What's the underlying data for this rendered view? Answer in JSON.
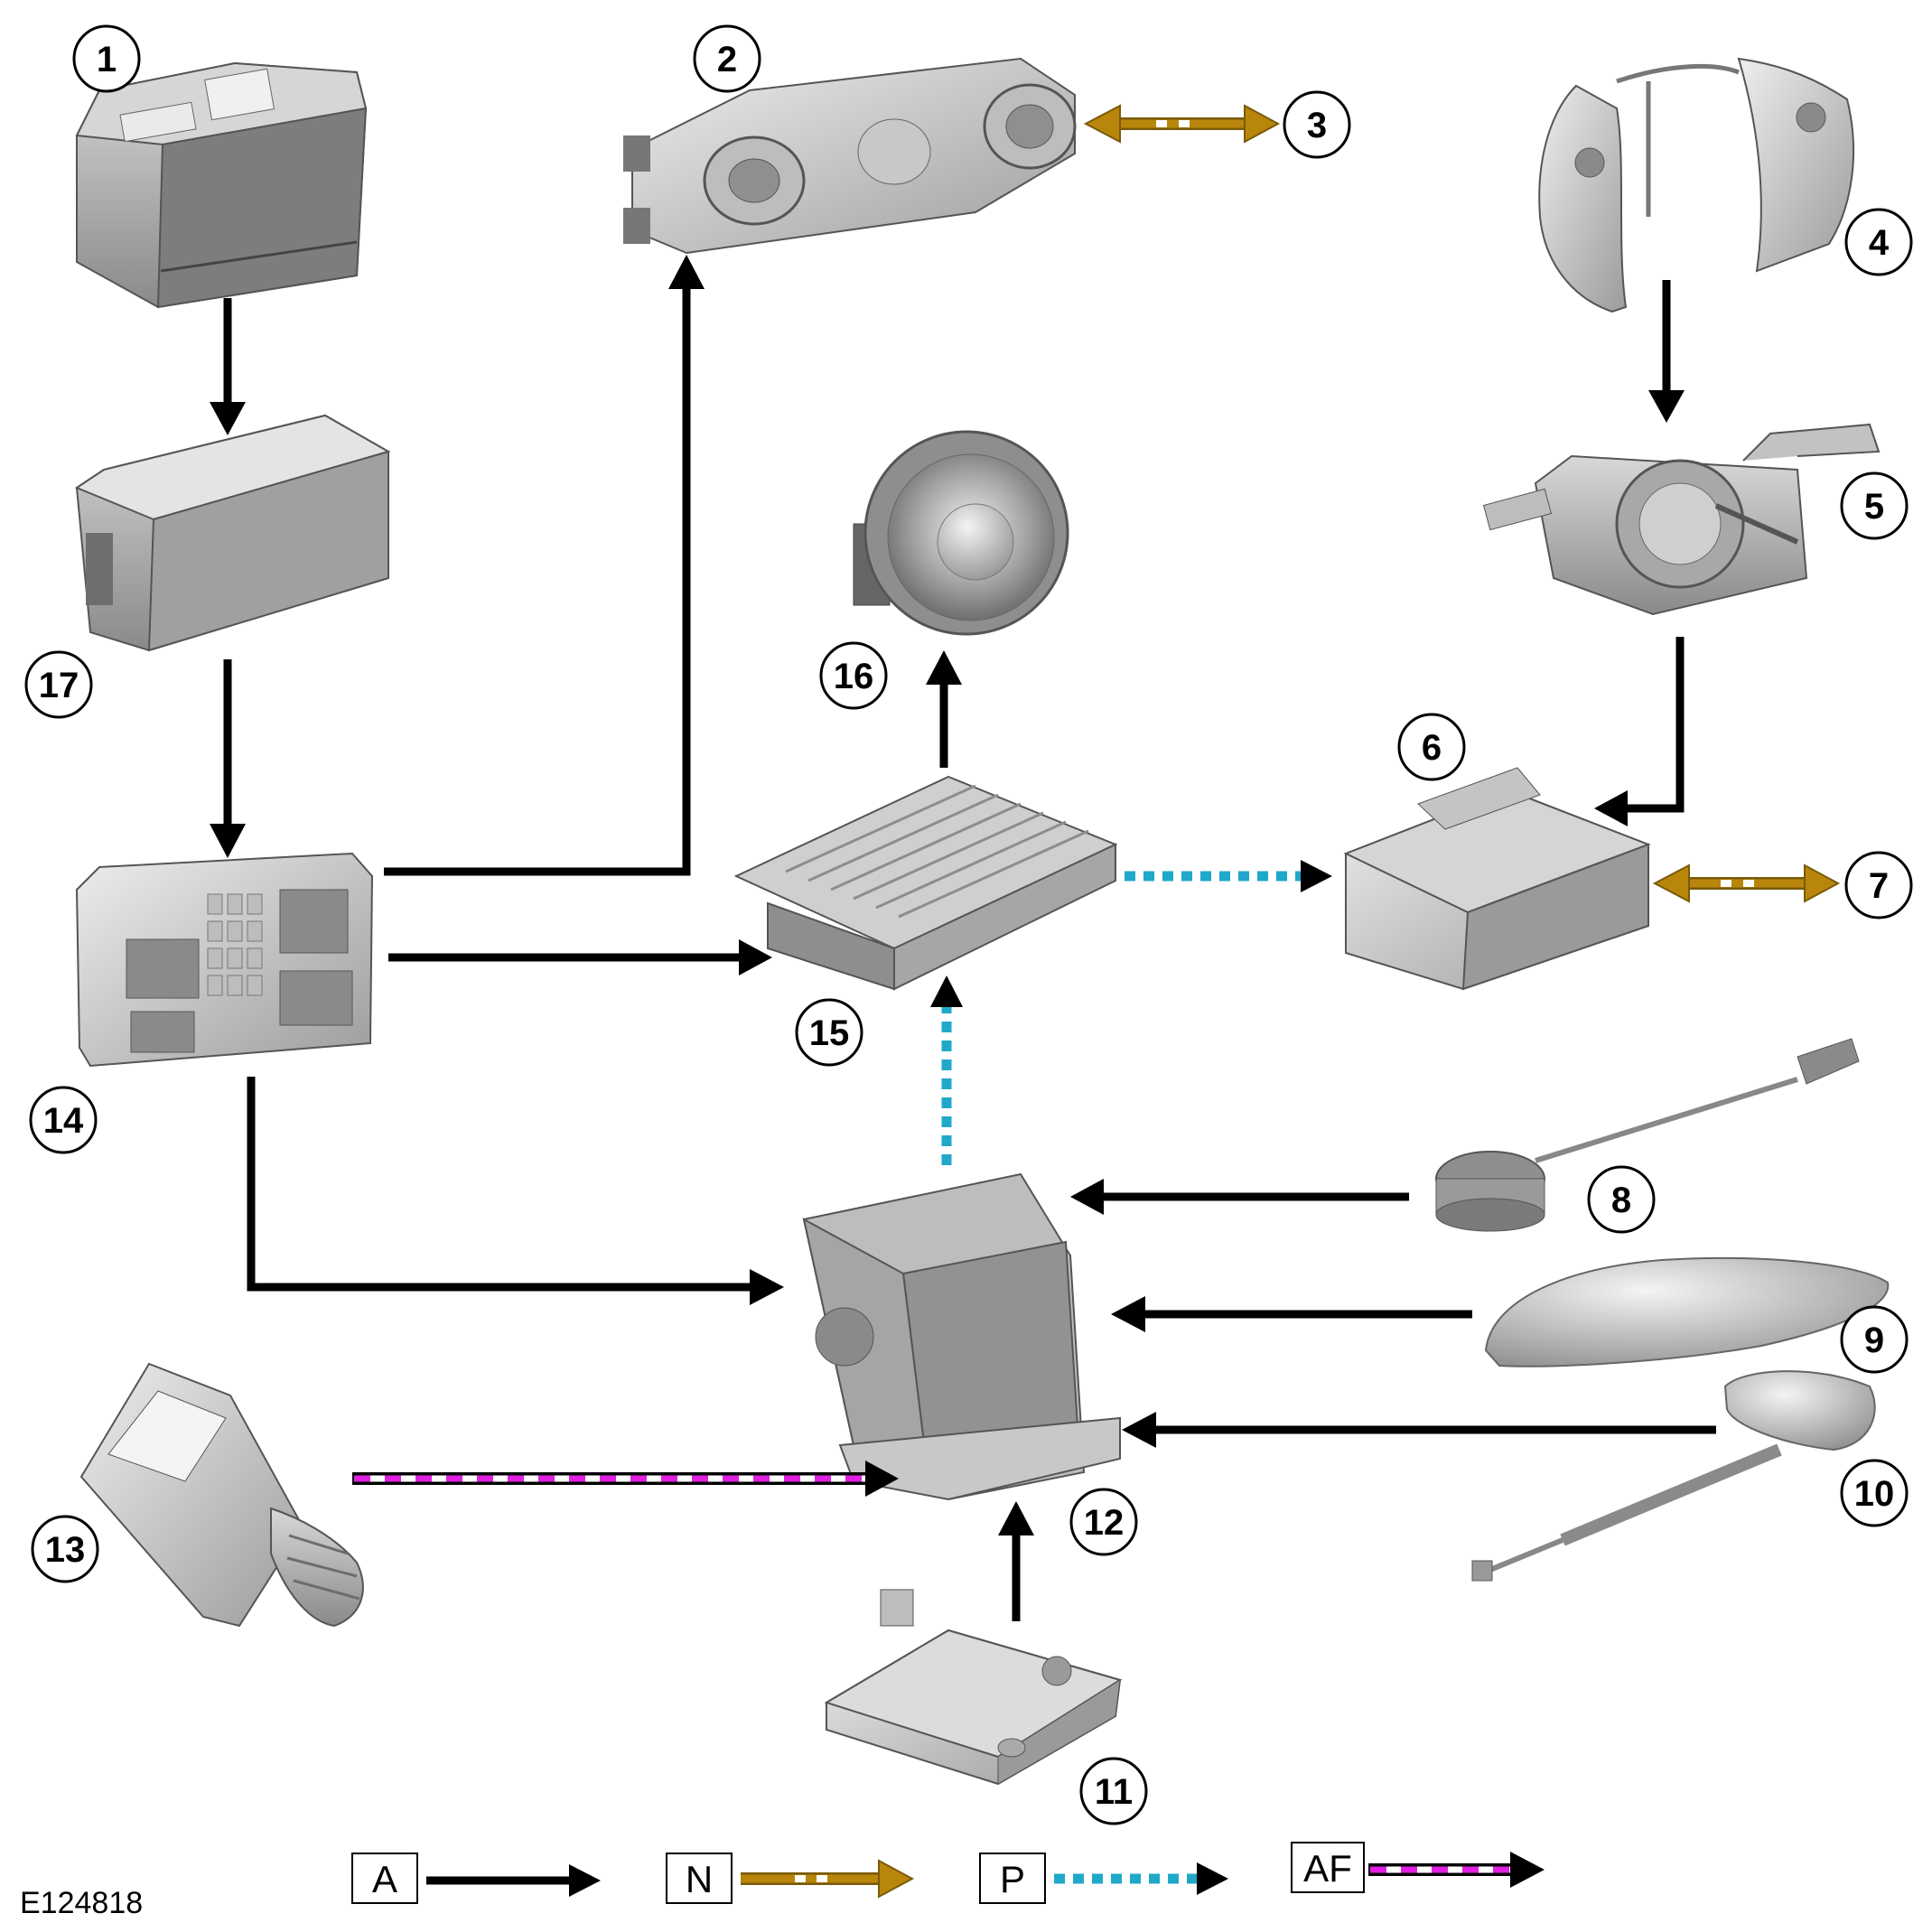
{
  "figure_id": "E124818",
  "callouts": [
    "1",
    "2",
    "3",
    "4",
    "5",
    "6",
    "7",
    "8",
    "9",
    "10",
    "11",
    "12",
    "13",
    "14",
    "15",
    "16",
    "17"
  ],
  "legend": [
    {
      "code": "A",
      "style": "solid"
    },
    {
      "code": "N",
      "style": "double"
    },
    {
      "code": "P",
      "style": "dotted"
    },
    {
      "code": "AF",
      "style": "dashed"
    }
  ],
  "colors": {
    "solid_arrow": "#000000",
    "double_arrow": "#b8860b",
    "dotted_arrow": "#1fa8c9",
    "dashed_arrow": "#e020e0",
    "component": "#a9a9a9"
  },
  "components": [
    {
      "callout": "1",
      "icon": "battery-icon"
    },
    {
      "callout": "2",
      "icon": "climate-control-panel-icon"
    },
    {
      "callout": "4",
      "icon": "steering-wheel-switches-icon"
    },
    {
      "callout": "5",
      "icon": "clockspring-icon"
    },
    {
      "callout": "6",
      "icon": "module-box-icon"
    },
    {
      "callout": "8",
      "icon": "sensor-with-cable-icon"
    },
    {
      "callout": "9",
      "icon": "roof-antenna-icon"
    },
    {
      "callout": "10",
      "icon": "antenna-with-cable-icon"
    },
    {
      "callout": "11",
      "icon": "tuner-module-icon"
    },
    {
      "callout": "12",
      "icon": "head-unit-icon"
    },
    {
      "callout": "13",
      "icon": "connector-socket-icon"
    },
    {
      "callout": "14",
      "icon": "fuse-box-icon"
    },
    {
      "callout": "15",
      "icon": "amplifier-icon"
    },
    {
      "callout": "16",
      "icon": "speaker-icon"
    },
    {
      "callout": "17",
      "icon": "junction-box-icon"
    }
  ]
}
